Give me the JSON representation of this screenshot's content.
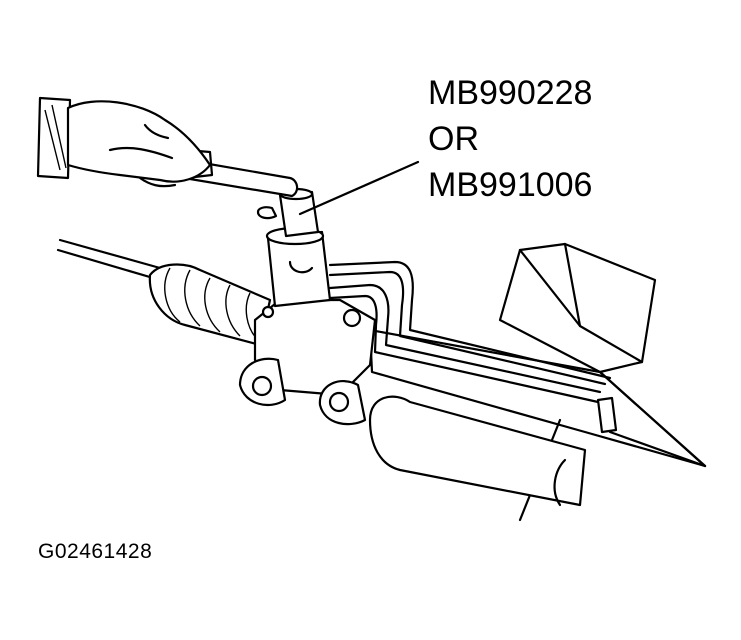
{
  "callout": {
    "line1": "MB990228",
    "line2": "OR",
    "line3": "MB991006"
  },
  "figure_id": "G02461428"
}
